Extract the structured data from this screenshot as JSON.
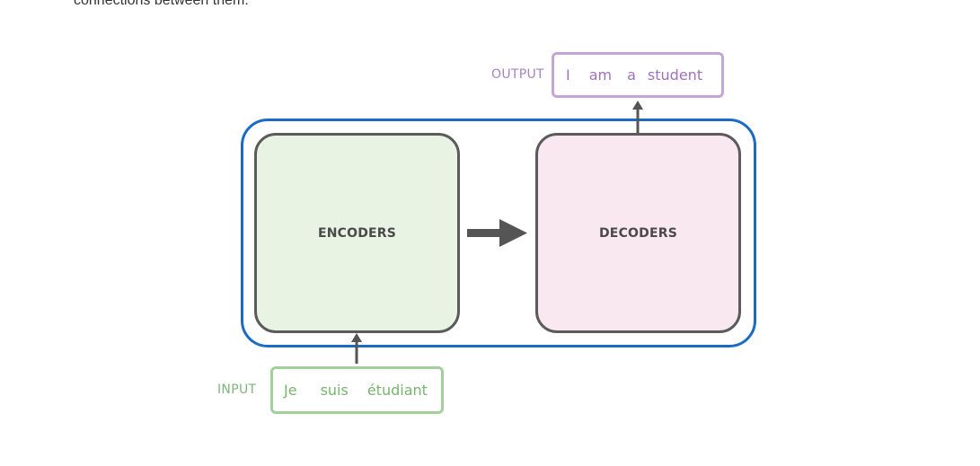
{
  "page": {
    "top_text": "connections between them."
  },
  "diagram": {
    "output_label": "OUTPUT",
    "output_tokens": [
      "I",
      "am",
      "a",
      "student"
    ],
    "input_label": "INPUT",
    "input_tokens": [
      "Je",
      "suis",
      "étudiant"
    ],
    "encoders_label": "ENCODERS",
    "decoders_label": "DECODERS"
  },
  "colors": {
    "transformer_border": "#1a6bc4",
    "stack_border": "#5b5b5b",
    "encoders_fill": "#e8f3e3",
    "decoders_fill": "#fae8f0",
    "output_accent": "#a071bd",
    "input_accent": "#77b56d",
    "arrow": "#555555"
  }
}
